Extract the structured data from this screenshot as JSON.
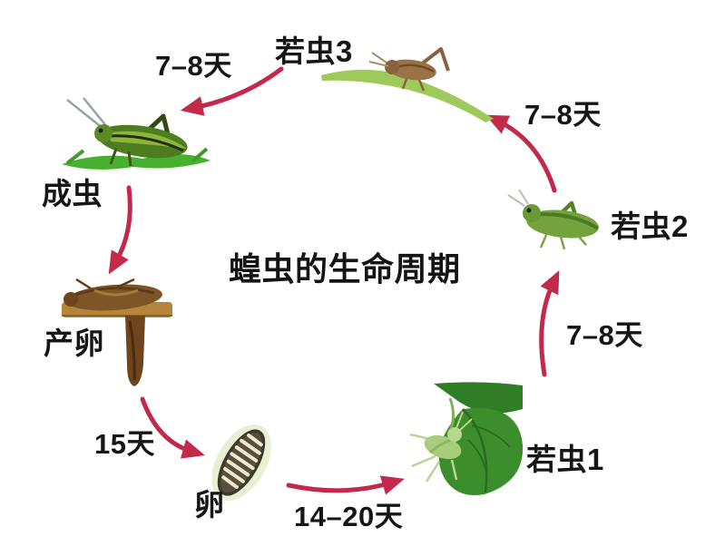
{
  "title": "蝗虫的生命周期",
  "stages": {
    "adult": "成虫",
    "egg_laying": "产卵",
    "egg": "卵",
    "nymph1": "若虫1",
    "nymph2": "若虫2",
    "nymph3": "若虫3"
  },
  "durations": {
    "nymph3_to_adult": "7–8天",
    "egg_laying_to_egg": "15天",
    "egg_to_nymph1": "14–20天",
    "nymph1_to_nymph2": "7–8天",
    "nymph2_to_nymph3": "7–8天"
  },
  "icons": {
    "adult_image": "adult-grasshopper-on-grass",
    "egg_laying_image": "locust-laying-eggs-in-soil",
    "egg_image": "egg-pod-capsule",
    "nymph1_image": "pale-nymph-on-leaf",
    "nymph2_image": "green-nymph",
    "nymph3_image": "brown-nymph-on-grass-blade"
  },
  "colors": {
    "arrow": "#c2294a",
    "text": "#161616",
    "background": "#ffffff"
  }
}
